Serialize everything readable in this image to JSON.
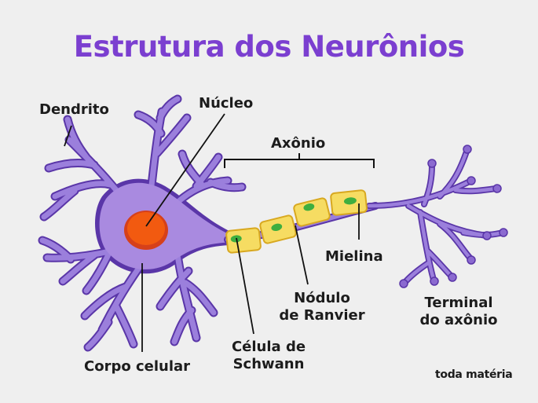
{
  "title": "Estrutura dos Neurônios",
  "labels": {
    "dendrito": "Dendrito",
    "nucleo": "Núcleo",
    "axonio": "Axônio",
    "mielina": "Mielina",
    "nodulo_1": "Nódulo",
    "nodulo_2": "de Ranvier",
    "terminal_1": "Terminal",
    "terminal_2": "do axônio",
    "celula_1": "Célula de",
    "celula_2": "Schwann",
    "corpo": "Corpo celular"
  },
  "brand": "toda matéria",
  "colors": {
    "title": "#7b3fd0",
    "neuron_fill": "#9b7fdc",
    "neuron_outline": "#5a36a8",
    "soma_fill": "#a98ae0",
    "nucleus_outer": "#d6401a",
    "nucleus_inner": "#f25a10",
    "myelin_fill": "#f6dc62",
    "myelin_outline": "#d8a820",
    "schwann_nucleus": "#3fae3f",
    "line": "#111111",
    "background": "#efefef"
  }
}
